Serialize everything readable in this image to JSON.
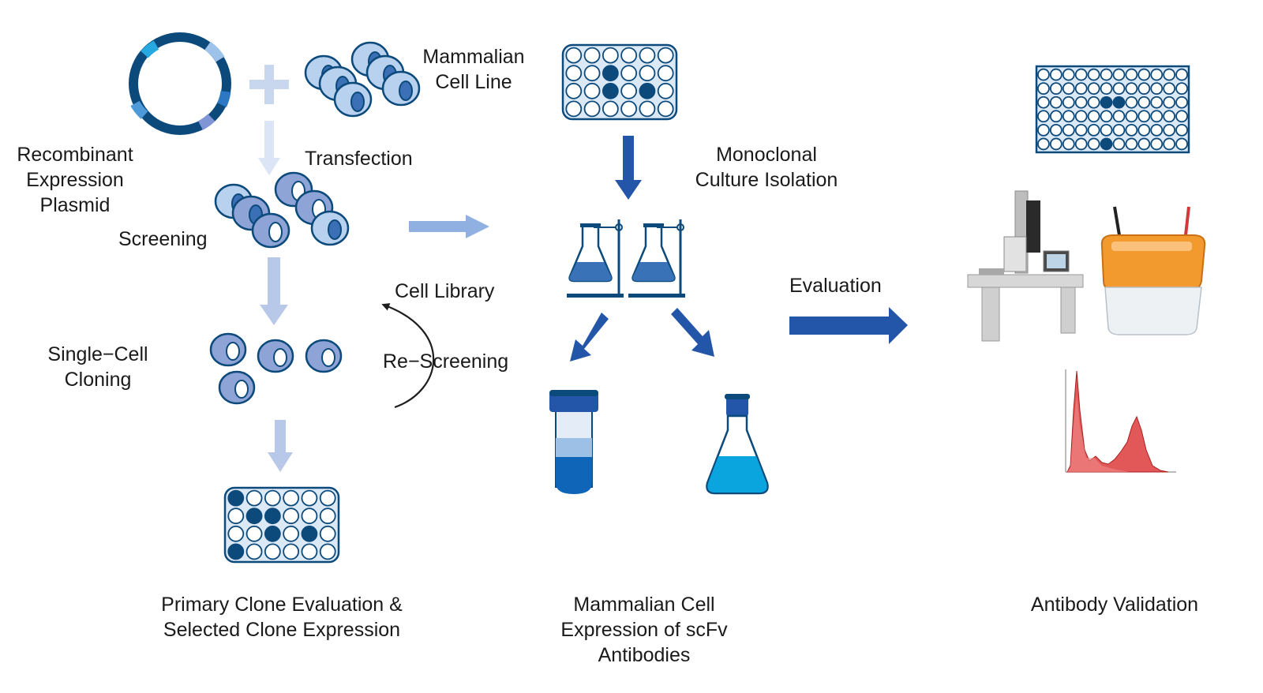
{
  "labels": {
    "recombinant_plasmid": "Recombinant\nExpression\nPlasmid",
    "mammalian_cell_line": "Mammalian\nCell Line",
    "transfection": "Transfection",
    "screening": "Screening",
    "single_cell_cloning": "Single−Cell\nCloning",
    "cell_library": "Cell Library",
    "re_screening": "Re−Screening",
    "monoclonal_culture_isolation": "Monoclonal\nCulture Isolation",
    "evaluation": "Evaluation",
    "primary_clone_evaluation": "Primary Clone Evaluation &\nSelected Clone Expression",
    "mammalian_cell_expression": "Mammalian Cell\nExpression of scFv\nAntibodies",
    "antibody_validation": "Antibody Validation"
  },
  "colors": {
    "dark_blue": "#0d4a7c",
    "mid_blue": "#2355a8",
    "light_arrow": "#c3d3ee",
    "cell_light": "#b7d1ee",
    "cell_mid": "#8ea3d6",
    "nucleus": "#3b6fb6",
    "plate_fill": "#dbe8f5",
    "flask_liquid": "#3a72b8",
    "tube_liquid": "#0f66b8",
    "erlenmeyer_liquid": "#0aa5df",
    "histogram_red": "#dd3b3b",
    "tank_orange": "#f29a2e"
  }
}
